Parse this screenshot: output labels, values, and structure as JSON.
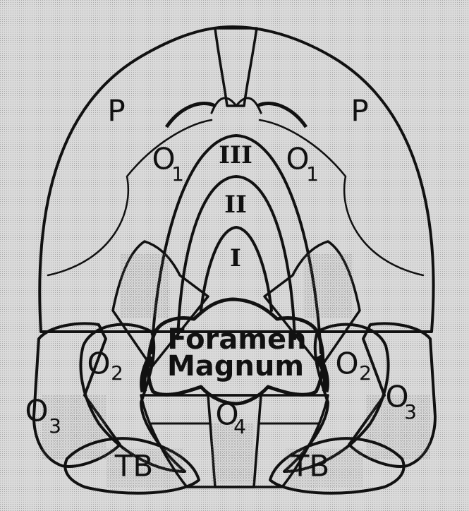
{
  "labels": {
    "parietal_left": "P",
    "parietal_right": "P",
    "o1_left": "O",
    "o1_left_sub": "1",
    "o1_right": "O",
    "o1_right_sub": "1",
    "zone_iii": "III",
    "zone_ii": "II",
    "zone_i": "I",
    "foramen_line1": "Foramen",
    "foramen_line2": "Magnum",
    "o2_left": "O",
    "o2_left_sub": "2",
    "o2_right": "O",
    "o2_right_sub": "2",
    "o3_left": "O",
    "o3_left_sub": "3",
    "o3_right": "O",
    "o3_right_sub": "3",
    "o4": "O",
    "o4_sub": "4",
    "tb_left": "TB",
    "tb_right": "TB"
  },
  "colors": {
    "background": "#d9d9d9",
    "bone": "#f2f2f2",
    "ink": "#111111",
    "shade": "#9a9a9a"
  }
}
